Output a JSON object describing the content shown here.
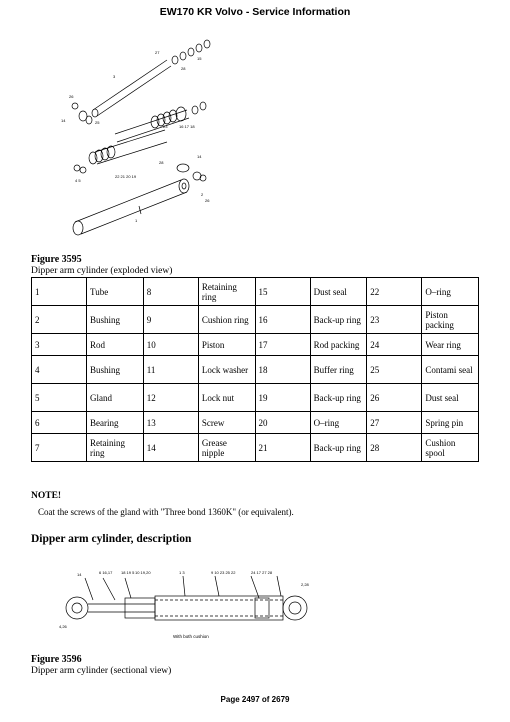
{
  "header": {
    "title": "EW170 KR Volvo - Service Information"
  },
  "figure1": {
    "label": "Figure 3595",
    "caption": "Dipper arm cylinder (exploded view)"
  },
  "parts_table": {
    "rows": [
      [
        {
          "n": "1",
          "t": "Tube"
        },
        {
          "n": "8",
          "t": "Retaining ring"
        },
        {
          "n": "15",
          "t": "Dust seal"
        },
        {
          "n": "22",
          "t": "O–ring"
        }
      ],
      [
        {
          "n": "2",
          "t": "Bushing"
        },
        {
          "n": "9",
          "t": "Cushion ring"
        },
        {
          "n": "16",
          "t": "Back-up ring"
        },
        {
          "n": "23",
          "t": "Piston packing"
        }
      ],
      [
        {
          "n": "3",
          "t": "Rod"
        },
        {
          "n": "10",
          "t": "Piston"
        },
        {
          "n": "17",
          "t": "Rod packing"
        },
        {
          "n": "24",
          "t": "Wear ring"
        }
      ],
      [
        {
          "n": "4",
          "t": "Bushing"
        },
        {
          "n": "11",
          "t": "Lock washer"
        },
        {
          "n": "18",
          "t": "Buffer ring"
        },
        {
          "n": "25",
          "t": "Contami seal"
        }
      ],
      [
        {
          "n": "5",
          "t": "Gland"
        },
        {
          "n": "12",
          "t": "Lock nut"
        },
        {
          "n": "19",
          "t": "Back-up ring"
        },
        {
          "n": "26",
          "t": "Dust seal"
        }
      ],
      [
        {
          "n": "6",
          "t": "Bearing"
        },
        {
          "n": "13",
          "t": "Screw"
        },
        {
          "n": "20",
          "t": "O–ring"
        },
        {
          "n": "27",
          "t": "Spring pin"
        }
      ],
      [
        {
          "n": "7",
          "t": "Retaining ring"
        },
        {
          "n": "14",
          "t": "Grease nipple"
        },
        {
          "n": "21",
          "t": "Back-up ring"
        },
        {
          "n": "28",
          "t": "Cushion spool"
        }
      ]
    ]
  },
  "note": {
    "title": "NOTE!",
    "text": "Coat the screws of the gland with \"Three bond 1360K\" (or equivalent)."
  },
  "section": {
    "title": "Dipper arm cylinder, description"
  },
  "figure2": {
    "label": "Figure 3596",
    "caption": "Dipper arm cylinder (sectional view)",
    "inner_caption": "With both cushion"
  },
  "footer": {
    "page": "Page 2497 of 2679"
  }
}
